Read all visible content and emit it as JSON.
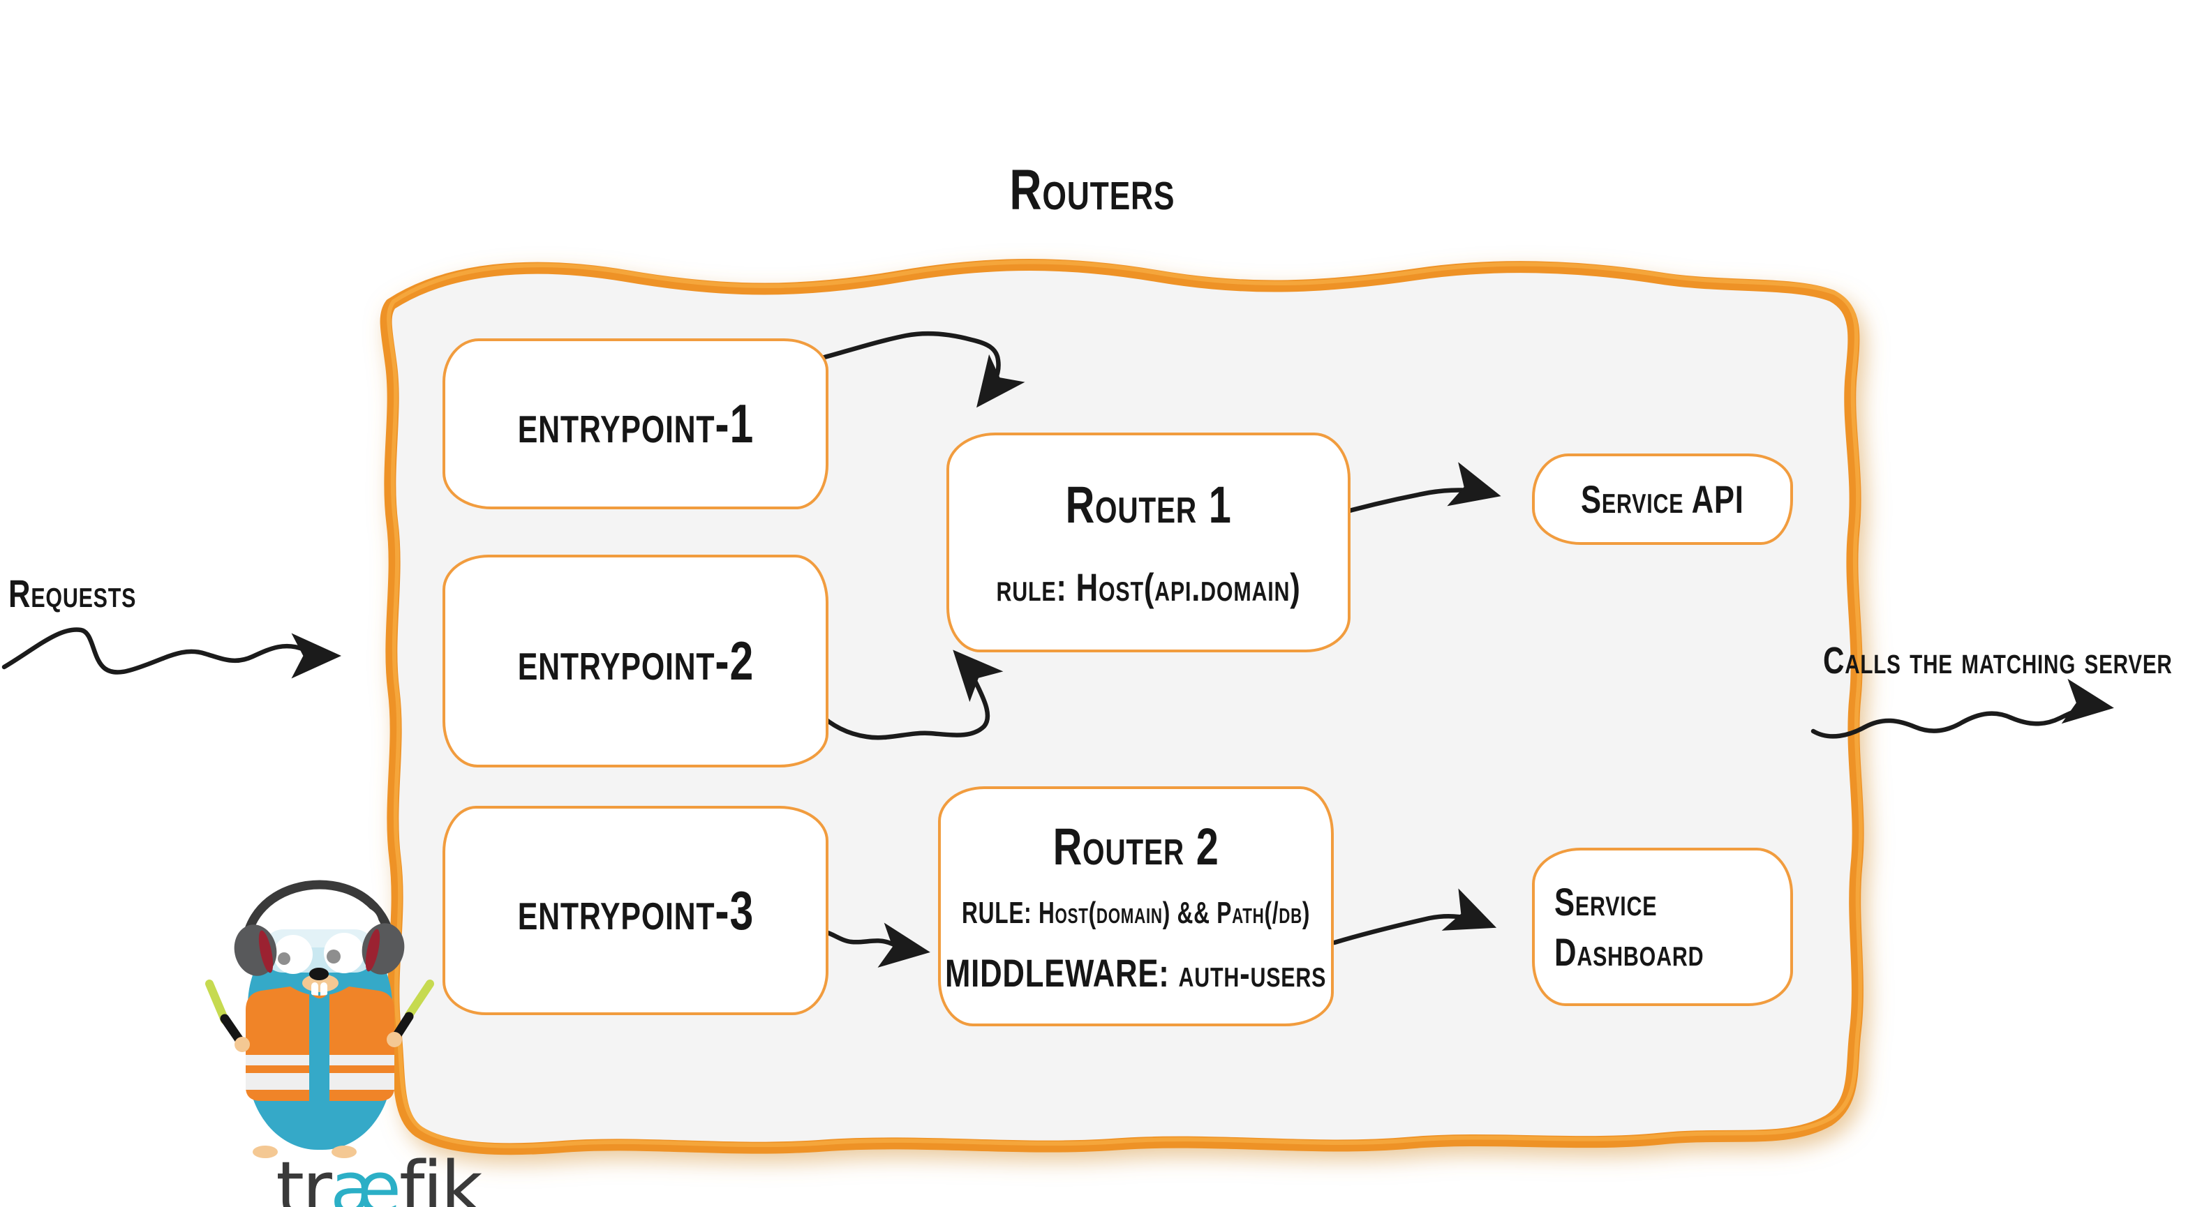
{
  "title": "Routers",
  "labels": {
    "requests": "Requests",
    "calls": "Calls the matching server"
  },
  "entrypoints": [
    {
      "label": "entrypoint-1"
    },
    {
      "label": "entrypoint-2"
    },
    {
      "label": "entrypoint-3"
    }
  ],
  "routers": [
    {
      "title": "Router 1",
      "rule": "rule: Host(api.domain)"
    },
    {
      "title": "Router 2",
      "rule": "RULE: Host(domain) && Path(/db)",
      "middleware": "MIDDLEWARE: auth-users"
    }
  ],
  "services": [
    {
      "lines": [
        "Service API"
      ]
    },
    {
      "lines": [
        "Service",
        "Dashboard"
      ]
    }
  ],
  "logo": {
    "wordmark_pre": "tr",
    "wordmark_ae": "æ",
    "wordmark_post": "fik",
    "mascot": "traefik-gopher"
  },
  "colors": {
    "container_stroke": "#EE9227",
    "container_stroke_light": "#F6A93F",
    "container_fill": "#F4F4F4",
    "box_stroke": "#F19C3E",
    "arrow": "#1B1B1B",
    "text": "#161616",
    "logo_teal": "#2BAFC6",
    "logo_dark": "#3A3A3A",
    "gopher_body": "#35A9C8",
    "vest_orange": "#F08428",
    "stick_green": "#C6DA50"
  }
}
